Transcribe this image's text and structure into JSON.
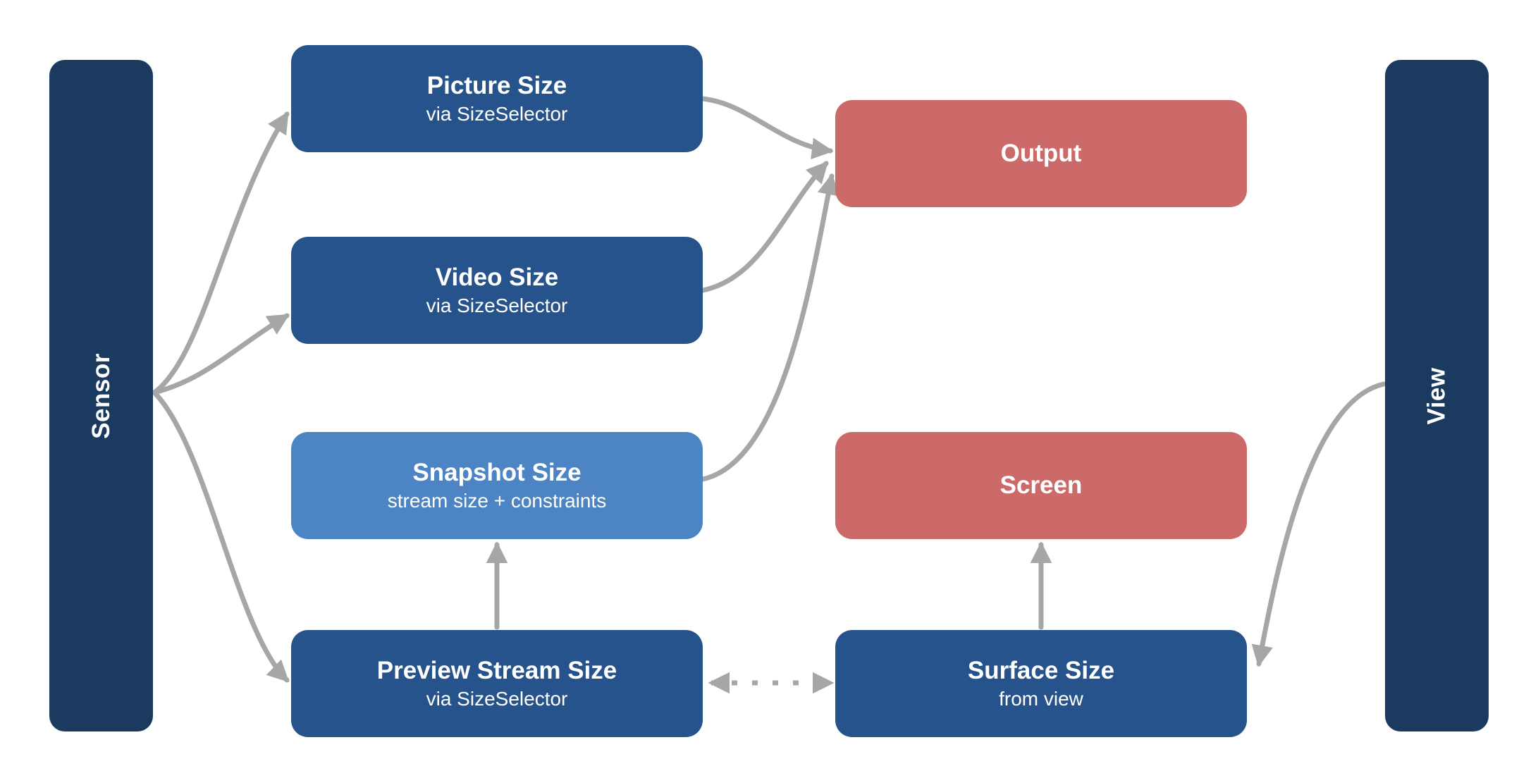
{
  "colors": {
    "navy": "#1b3a60",
    "blue": "#27538c",
    "lightBlue": "#4d84c4",
    "red": "#cb6a68",
    "arrow": "#a6a6a6",
    "canvas": "#ffffff",
    "text": "#ffffff"
  },
  "diagram": {
    "bars": {
      "sensor": {
        "label": "Sensor"
      },
      "view": {
        "label": "View"
      }
    },
    "nodes": {
      "picture": {
        "title": "Picture Size",
        "subtitle": "via SizeSelector",
        "color": "blue"
      },
      "video": {
        "title": "Video Size",
        "subtitle": "via SizeSelector",
        "color": "blue"
      },
      "snapshot": {
        "title": "Snapshot Size",
        "subtitle": "stream size + constraints",
        "color": "lightBlue"
      },
      "preview": {
        "title": "Preview Stream Size",
        "subtitle": "via SizeSelector",
        "color": "blue"
      },
      "output": {
        "title": "Output",
        "color": "red"
      },
      "screen": {
        "title": "Screen",
        "color": "red"
      },
      "surface": {
        "title": "Surface Size",
        "subtitle": "from view",
        "color": "blue"
      }
    },
    "edges": [
      {
        "from": "sensor",
        "to": "picture",
        "style": "solid",
        "direction": "one-way"
      },
      {
        "from": "sensor",
        "to": "video",
        "style": "solid",
        "direction": "one-way"
      },
      {
        "from": "sensor",
        "to": "preview",
        "style": "solid",
        "direction": "one-way"
      },
      {
        "from": "picture",
        "to": "output",
        "style": "solid",
        "direction": "one-way"
      },
      {
        "from": "video",
        "to": "output",
        "style": "solid",
        "direction": "one-way"
      },
      {
        "from": "snapshot",
        "to": "output",
        "style": "solid",
        "direction": "one-way"
      },
      {
        "from": "preview",
        "to": "snapshot",
        "style": "solid",
        "direction": "one-way"
      },
      {
        "from": "surface",
        "to": "screen",
        "style": "solid",
        "direction": "one-way"
      },
      {
        "from": "preview",
        "to": "surface",
        "style": "dotted",
        "direction": "two-way"
      },
      {
        "from": "view",
        "to": "surface",
        "style": "solid",
        "direction": "one-way"
      }
    ]
  }
}
